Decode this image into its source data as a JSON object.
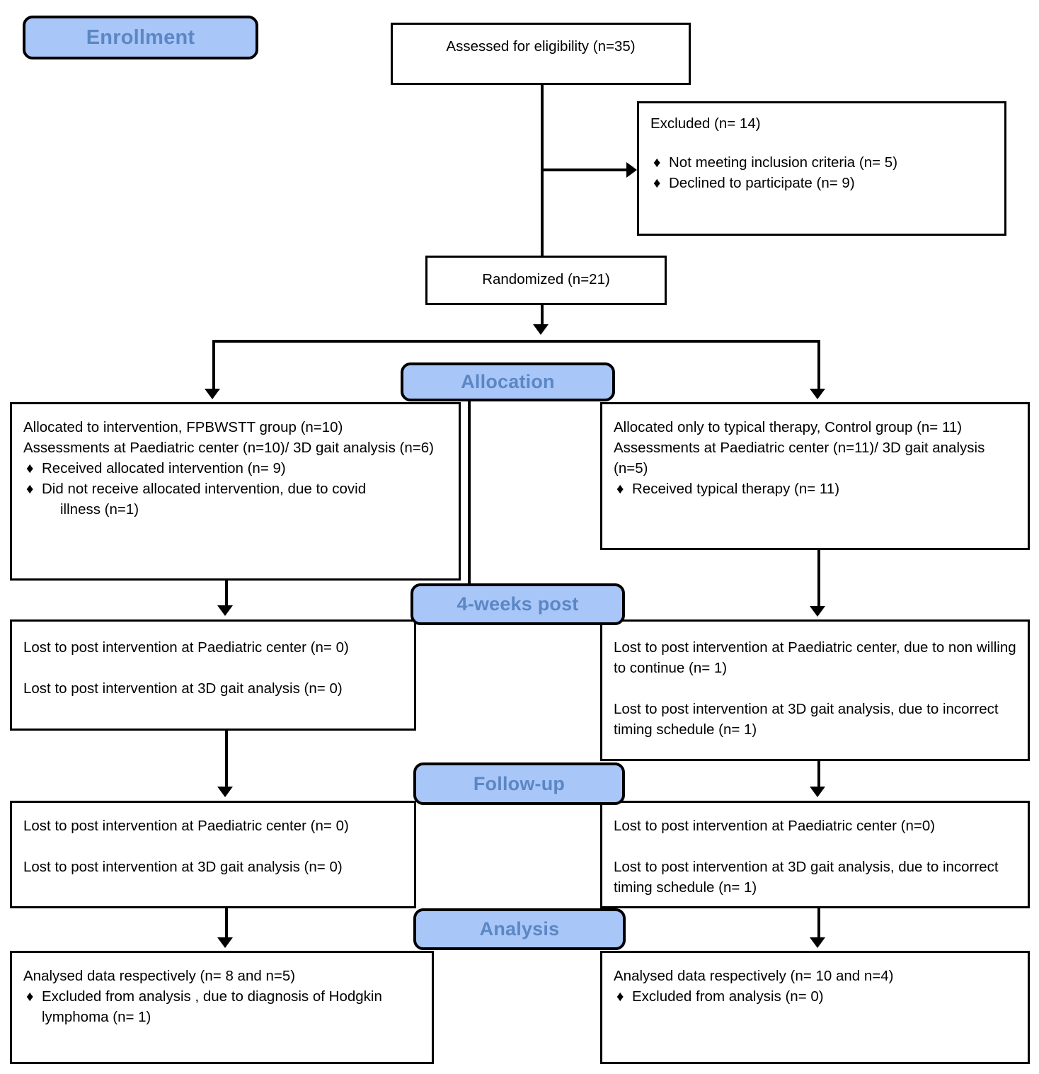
{
  "diagram": {
    "title": "CONSORT participant flow diagram",
    "accent_color": "#a9c6f8",
    "stage_text_color": "#5b87c4",
    "border_color": "#000000",
    "bullet_glyph": "♦"
  },
  "stages": [
    {
      "id": "enrollment",
      "label": "Enrollment"
    },
    {
      "id": "allocation",
      "label": "Allocation"
    },
    {
      "id": "four_weeks_post",
      "label": "4-weeks post"
    },
    {
      "id": "follow_up",
      "label": "Follow-up"
    },
    {
      "id": "analysis",
      "label": "Analysis"
    }
  ],
  "nodes": {
    "assessed": {
      "text": "Assessed for eligibility (n=35)"
    },
    "excluded": {
      "heading": "Excluded  (n= 14)",
      "items": [
        "Not meeting inclusion criteria (n= 5)",
        "Declined  to participate (n= 9)"
      ]
    },
    "randomized": {
      "text": "Randomized (n=21)"
    },
    "alloc_left": {
      "lines": [
        "Allocated to intervention, FPBWSTT group (n=10)",
        "Assessments at Paediatric center (n=10)/ 3D gait analysis (n=6)"
      ],
      "items": [
        "Received allocated intervention (n= 9)",
        "Did not receive allocated intervention, due to covid"
      ],
      "item_continuation": "illness (n=1)"
    },
    "alloc_right": {
      "lines": [
        "Allocated only to typical therapy, Control group (n= 11)",
        "Assessments at Paediatric center (n=11)/ 3D gait analysis (n=5)"
      ],
      "items": [
        "Received typical therapy (n= 11)"
      ]
    },
    "post_left": {
      "lines": [
        "Lost to post intervention at Paediatric center (n= 0)",
        "Lost to post intervention at 3D gait analysis (n= 0)"
      ]
    },
    "post_right": {
      "lines": [
        "Lost to post intervention at Paediatric center, due to non willing to continue (n= 1)",
        "Lost to post intervention at 3D gait analysis, due to incorrect timing schedule (n= 1)"
      ]
    },
    "follow_left": {
      "lines": [
        "Lost to post intervention at Paediatric center (n= 0)",
        "Lost to post intervention at 3D gait analysis (n= 0)"
      ]
    },
    "follow_right": {
      "lines": [
        "Lost to post intervention at Paediatric center (n=0)",
        "Lost to post intervention at 3D gait analysis, due to incorrect timing schedule (n= 1)"
      ]
    },
    "analysis_left": {
      "heading": "Analysed data respectively (n= 8 and n=5)",
      "items": [
        "Excluded from analysis , due to diagnosis of Hodgkin lymphoma (n= 1)"
      ]
    },
    "analysis_right": {
      "heading": "Analysed data respectively (n= 10 and n=4)",
      "items": [
        "Excluded from analysis (n= 0)"
      ]
    }
  }
}
